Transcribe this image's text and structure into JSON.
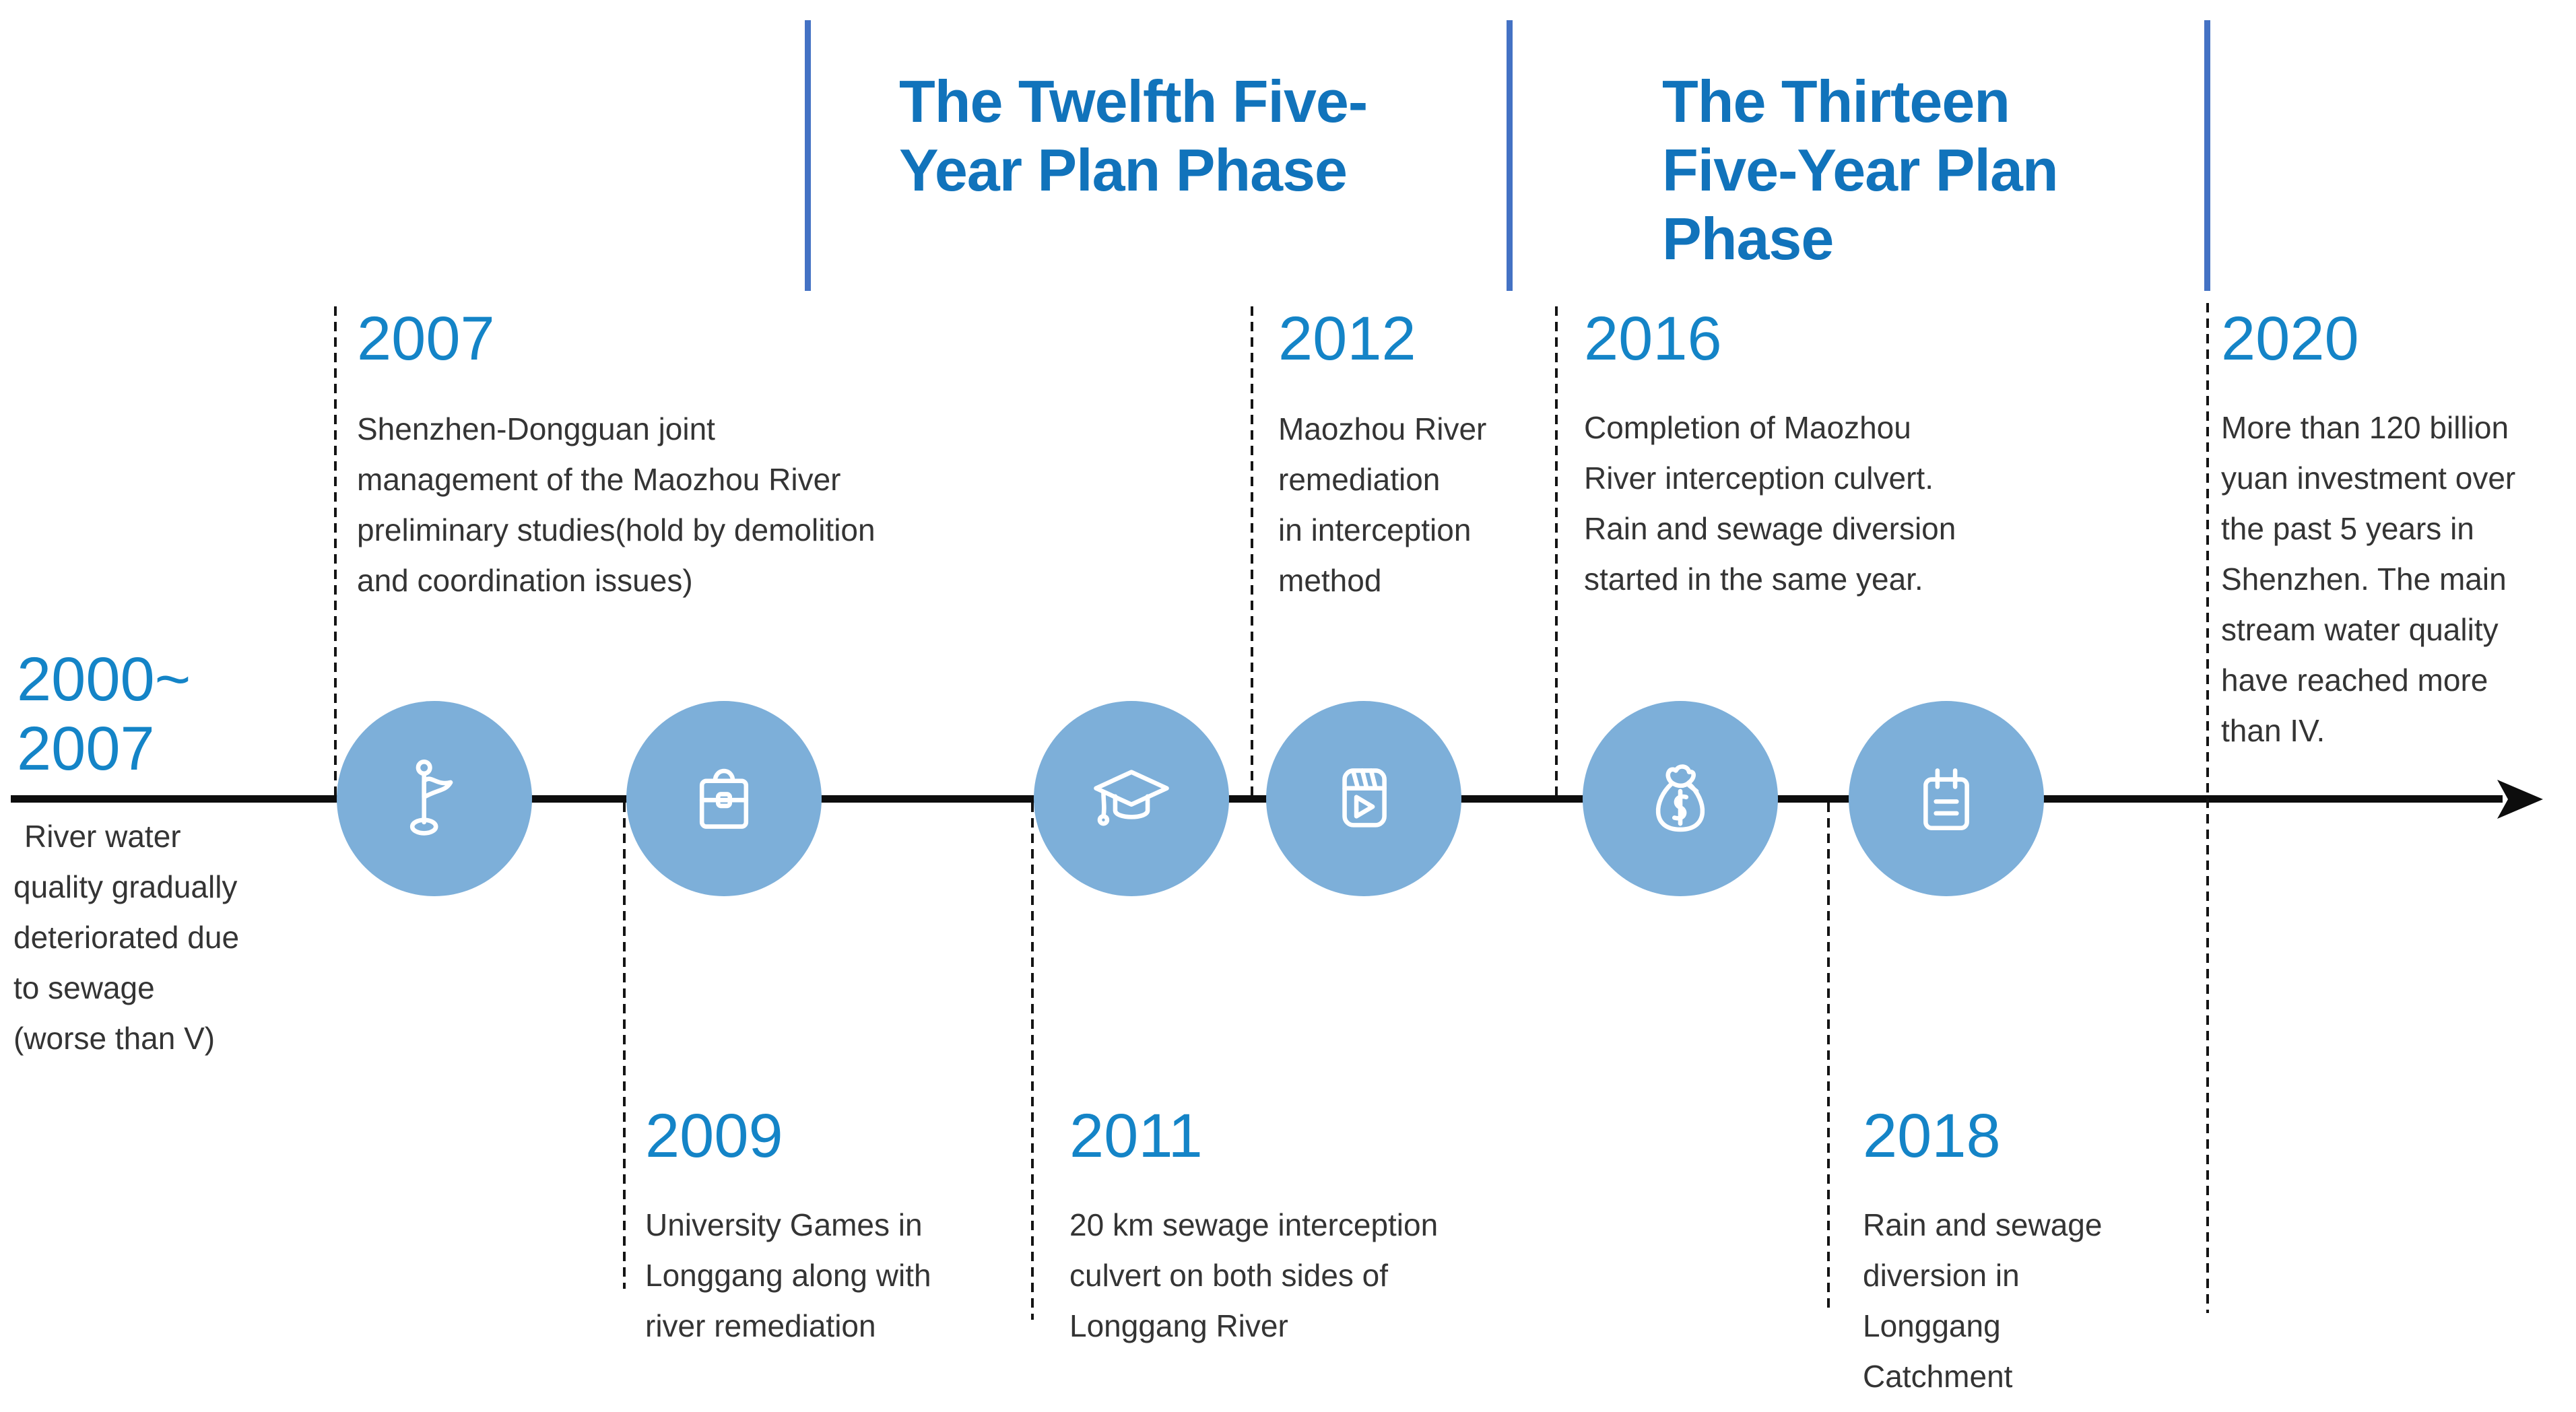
{
  "slide": {
    "topic": "Maozhou / Longgang river remediation timeline"
  },
  "phases": [
    {
      "title": "The Twelfth Five-\nYear Plan Phase"
    },
    {
      "title": "The Thirteen\nFive-Year Plan\nPhase"
    }
  ],
  "era": {
    "years": "2000~\n2007",
    "description": "River water\nquality gradually\ndeteriorated due\nto sewage\n(worse than V)"
  },
  "events": [
    {
      "year": "2007",
      "icon": "flag",
      "description": "Shenzhen-Dongguan joint\nmanagement of the Maozhou River\npreliminary studies(hold by demolition\nand coordination issues)"
    },
    {
      "year": "2009",
      "icon": "briefcase",
      "description": "University Games in\nLonggang along with\nriver remediation"
    },
    {
      "year": "2011",
      "icon": "graduation-cap",
      "description": "20 km sewage interception\nculvert on both sides of\nLonggang River"
    },
    {
      "year": "2012",
      "icon": "clapperboard-play",
      "description": "Maozhou River\nremediation\nin interception\nmethod"
    },
    {
      "year": "2016",
      "icon": "money-bag",
      "description": "Completion of Maozhou\nRiver interception culvert.\nRain and sewage diversion\nstarted in the same year."
    },
    {
      "year": "2018",
      "icon": "notepad",
      "description": "Rain and sewage\ndiversion in\nLonggang\nCatchment"
    },
    {
      "year": "2020",
      "icon": "",
      "description": "More than 120 billion\nyuan investment over\nthe past 5 years in\nShenzhen.  The main\nstream water quality\nhave reached more\nthan IV."
    }
  ],
  "icons": [
    "flag",
    "briefcase",
    "graduation-cap",
    "clapperboard-play",
    "money-bag",
    "notepad"
  ],
  "colors": {
    "phase_bar": "#4472C4",
    "year_text": "#1484C7",
    "header_text": "#1173BB",
    "circle_fill": "#7DAFD9",
    "line": "#0d0d0d",
    "body_text": "#343434"
  }
}
